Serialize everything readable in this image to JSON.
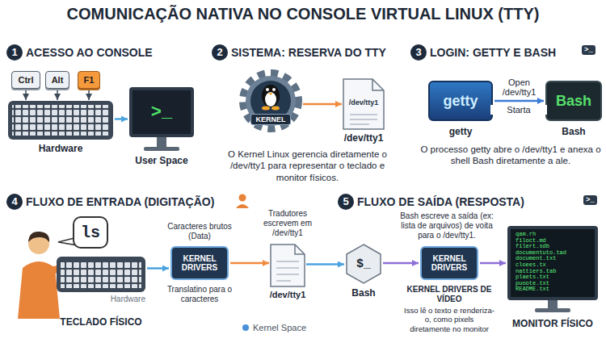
{
  "diagram": {
    "title": "COMUNICAÇÃO NATIVA NO CONSOLE VIRTUAL LINUX (TTY)",
    "nodes": [
      {
        "text": [
          "Ctrl"
        ]
      },
      {
        "text": [
          "Alt"
        ]
      },
      {
        "text": [
          "F1"
        ]
      },
      {
        "text": [
          "Hardware"
        ]
      },
      {
        "text": [
          ">_",
          "User Space"
        ]
      },
      {
        "text": [
          "KERNEL"
        ]
      },
      {
        "text": [
          "/dev/tty1",
          "/dev/tty1"
        ]
      },
      {
        "text": [
          "getty",
          "getty"
        ]
      },
      {
        "text": [
          "Bash",
          "Bash"
        ]
      },
      {
        "text": [
          "ls"
        ]
      },
      {
        "text": [
          "Hardware",
          "TECLADO FÍSICO"
        ]
      },
      {
        "text": [
          "Caracteres brutos (Data)",
          "KERNEL DRIVERS",
          "Translatino para o caracteres"
        ]
      },
      {
        "text": [
          "Tradutores escrevem em /dev/tty1",
          "/dev/tty1"
        ]
      },
      {
        "text": [
          "$_",
          "Bash"
        ]
      },
      {
        "text": [
          "KERNEL DRIVERS",
          "KERNEL DRIVERS DE VÍDEO",
          "Isso lê o texto e renderiza-o, como pixels diretamente no monitor"
        ]
      },
      {
        "text": [
          "qam.rh",
          "filoct.md",
          "filert.sdb",
          "documentuto.tad",
          "document.txt",
          "cloees.tx",
          "nattiers.tab",
          "plaets.txt",
          "puoote.txt",
          "README.txt",
          "MONITOR FÍSICO"
        ]
      }
    ],
    "edges": [
      {
        "from": 0,
        "to": 3,
        "arrow": "to"
      },
      {
        "from": 1,
        "to": 3,
        "arrow": "to"
      },
      {
        "from": 2,
        "to": 3,
        "arrow": "to"
      },
      {
        "from": 3,
        "to": 4,
        "arrow": "to"
      },
      {
        "from": 5,
        "to": 6,
        "arrow": "to"
      },
      {
        "from": 7,
        "to": 8,
        "label": "Open /dev/tty1",
        "arrow": "to"
      },
      {
        "from": 10,
        "to": 11,
        "arrow": "to"
      },
      {
        "from": 11,
        "to": 12,
        "arrow": "to"
      },
      {
        "from": 12,
        "to": 13,
        "arrow": "to"
      },
      {
        "from": 13,
        "to": 14,
        "arrow": "to"
      },
      {
        "from": 14,
        "to": 15,
        "arrow": "to"
      }
    ],
    "labels": [
      "1",
      "ACESSO AO CONSOLE",
      "2",
      "SISTEMA: RESERVA DO TTY",
      "3",
      "LOGIN: GETTY E BASH",
      ">_",
      "O Kernel Linux gerencia diretamente o /dev/tty1 para representar o teclado e monitor físicos.",
      "Starta",
      "O processo getty abre o /dev/tty1 e anexa o shell Bash diretamente a ale.",
      "4",
      "FLUXO DE ENTRADA (DIGITAÇÃO)",
      "5",
      "FLUXO DE SAÍDA (RESPOSTA)",
      ">_",
      "Bash escreve a saída (ex: lista de arquivos) de voita para o /dev/tty1."
    ],
    "legend": [
      {
        "text": "Kernel Space",
        "color": "#4a90d9"
      }
    ]
  }
}
